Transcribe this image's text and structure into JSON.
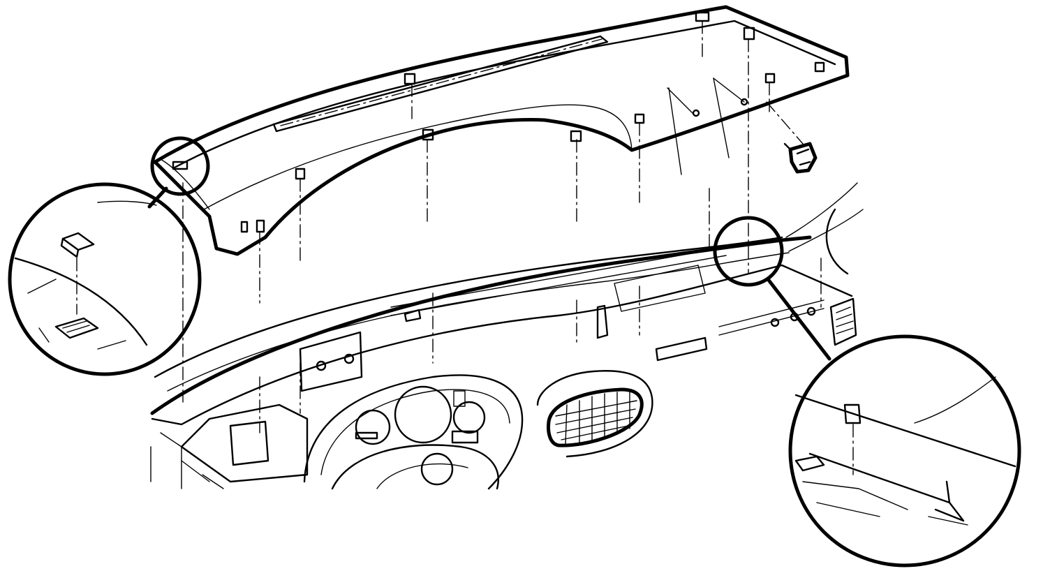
{
  "diagram": {
    "kind": "exploded-view-line-art",
    "colors": {
      "ink": "#000000",
      "paper": "#ffffff"
    },
    "callouts": [
      {
        "name": "left-clip-detail",
        "shape": "circle"
      },
      {
        "name": "right-clip-detail",
        "shape": "circle"
      }
    ],
    "parts": [
      "dashboard-trim-panel",
      "retaining-clips",
      "fastener-screw",
      "instrument-panel",
      "instrument-cluster",
      "steering-wheel",
      "center-air-vent",
      "side-air-vent"
    ]
  }
}
